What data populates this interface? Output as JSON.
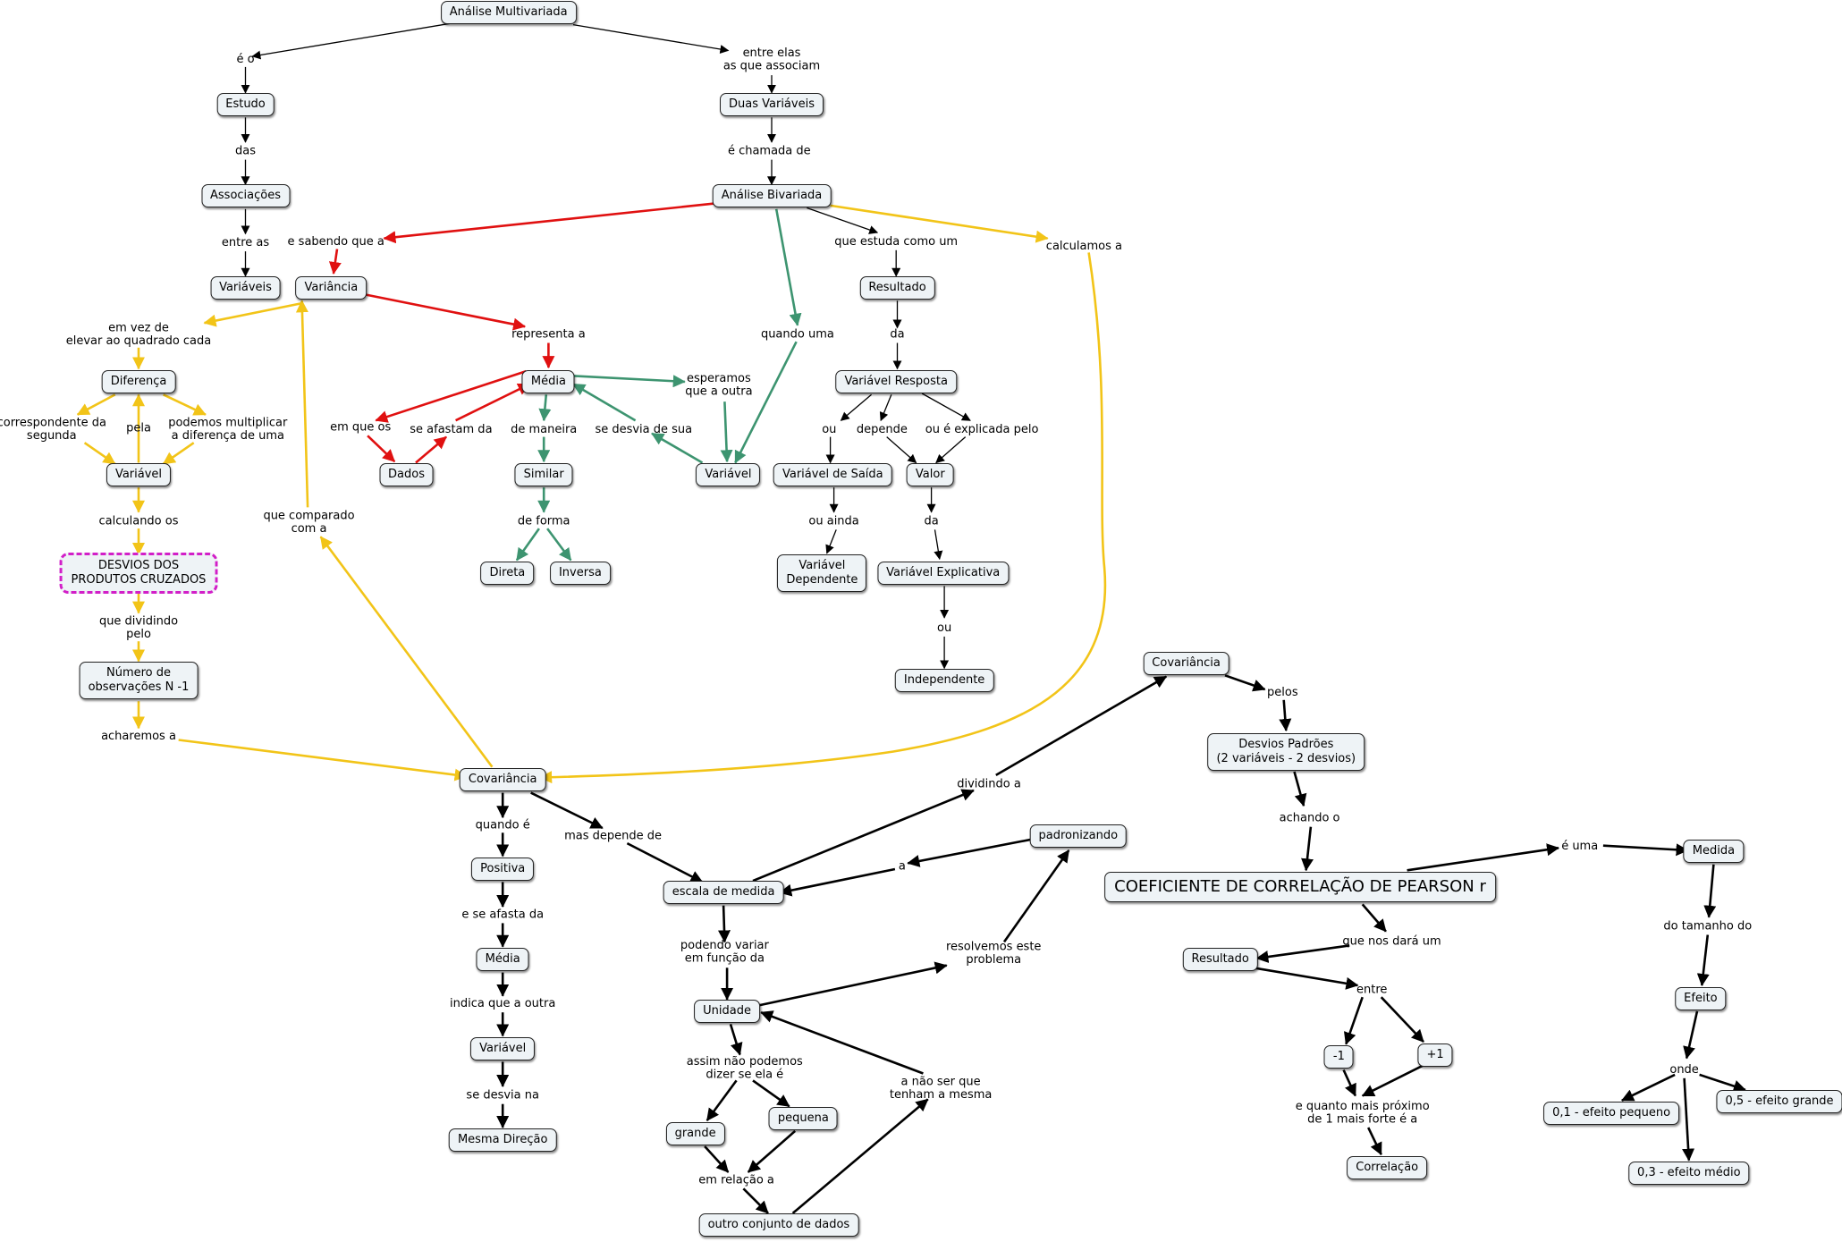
{
  "nodes": {
    "analise_multivariada": "Análise Multivariada",
    "estudo": "Estudo",
    "associacoes": "Associações",
    "variaveis": "Variáveis",
    "duas_variaveis": "Duas Variáveis",
    "analise_bivariada": "Análise Bivariada",
    "variancia": "Variância",
    "media_top": "Média",
    "dados": "Dados",
    "similar": "Similar",
    "direta": "Direta",
    "inversa": "Inversa",
    "variavel_green": "Variável",
    "resultado_top": "Resultado",
    "variavel_resposta": "Variável Resposta",
    "variavel_saida": "Variável de Saída",
    "variavel_dependente_1": "Variável",
    "variavel_dependente_2": "Dependente",
    "valor": "Valor",
    "variavel_explicativa": "Variável Explicativa",
    "independente": "Independente",
    "diferenca": "Diferença",
    "variavel_left": "Variável",
    "desvios_1": "DESVIOS DOS",
    "desvios_2": "PRODUTOS CRUZADOS",
    "numero_obs_1": "Número de",
    "numero_obs_2": "observações N -1",
    "covariancia_main": "Covariância",
    "positiva": "Positiva",
    "media_low": "Média",
    "variavel_low": "Variável",
    "mesma_direcao": "Mesma Direção",
    "escala_medida": "escala de medida",
    "unidade": "Unidade",
    "grande": "grande",
    "pequena": "pequena",
    "outro_conjunto": "outro conjunto de dados",
    "padronizando": "padronizando",
    "covariancia_right": "Covariância",
    "desvios_padroes_1": "Desvios Padrões",
    "desvios_padroes_2": "(2 variáveis - 2 desvios)",
    "coeficiente": "COEFICIENTE DE CORRELAÇÃO DE PEARSON r",
    "resultado_low": "Resultado",
    "menos_um": "-1",
    "mais_um": "+1",
    "correlacao": "Correlação",
    "medida": "Medida",
    "efeito": "Efeito",
    "efeito_pequeno": "0,1 - efeito pequeno",
    "efeito_medio": "0,3 - efeito médio",
    "efeito_grande": "0,5 - efeito grande"
  },
  "links": {
    "e_o": "é o",
    "entre_elas_1": "entre elas",
    "entre_elas_2": "as que associam",
    "das": "das",
    "entre_as": "entre as",
    "e_chamada_de": "é chamada de",
    "e_sabendo_que_a": "e sabendo que a",
    "que_estuda": "que estuda como um",
    "calculamos_a": "calculamos a",
    "em_vez_de_1": "em vez de",
    "em_vez_de_2": "elevar ao quadrado cada",
    "representa_a": "representa a",
    "quando_uma": "quando uma",
    "da_1": "da",
    "esperamos_1": "esperamos",
    "esperamos_2": "que a outra",
    "correspondente_1": "correspondente da",
    "correspondente_2": "segunda",
    "pela": "pela",
    "podemos_1": "podemos multiplicar",
    "podemos_2": "a diferença de uma",
    "em_que_os": "em que os",
    "se_afastam_da": "se afastam da",
    "de_maneira": "de maneira",
    "se_desvia_de_sua": "se desvia de sua",
    "ou_1": "ou",
    "depende": "depende",
    "ou_explicada": "ou é explicada pelo",
    "calculando_os": "calculando os",
    "que_comparado_1": "que comparado",
    "que_comparado_2": "com a",
    "de_forma": "de forma",
    "ou_ainda": "ou ainda",
    "da_2": "da",
    "que_dividindo_1": "que dividindo",
    "que_dividindo_2": "pelo",
    "ou_2": "ou",
    "acharemos_a": "acharemos a",
    "pelos": "pelos",
    "dividindo_a": "dividindo a",
    "quando_e": "quando é",
    "mas_depende_de": "mas depende de",
    "achando_o": "achando o",
    "a_link": "a",
    "e_uma": "é uma",
    "e_se_afasta_da": "e se afasta da",
    "do_tamanho_do": "do tamanho do",
    "que_nos_dara_um": "que nos dará um",
    "podendo_variar_1": "podendo variar",
    "podendo_variar_2": "em função da",
    "resolvemos_1": "resolvemos este",
    "resolvemos_2": "problema",
    "indica_que": "indica que a outra",
    "entre": "entre",
    "assim_nao_1": "assim não podemos",
    "assim_nao_2": "dizer se ela é",
    "a_nao_ser_1": "a não ser que",
    "a_nao_ser_2": "tenham a mesma",
    "onde": "onde",
    "se_desvia_na": "se desvia na",
    "quanto_mais_1": "e quanto mais próximo",
    "quanto_mais_2": "de 1 mais  forte é a",
    "em_relacao_a": "em relação a"
  },
  "colors": {
    "black": "#000000",
    "red": "#e01010",
    "green": "#3d9470",
    "yellow": "#f2c418",
    "node_fill": "#eef3f6",
    "dashed_border": "#d21fc8"
  }
}
